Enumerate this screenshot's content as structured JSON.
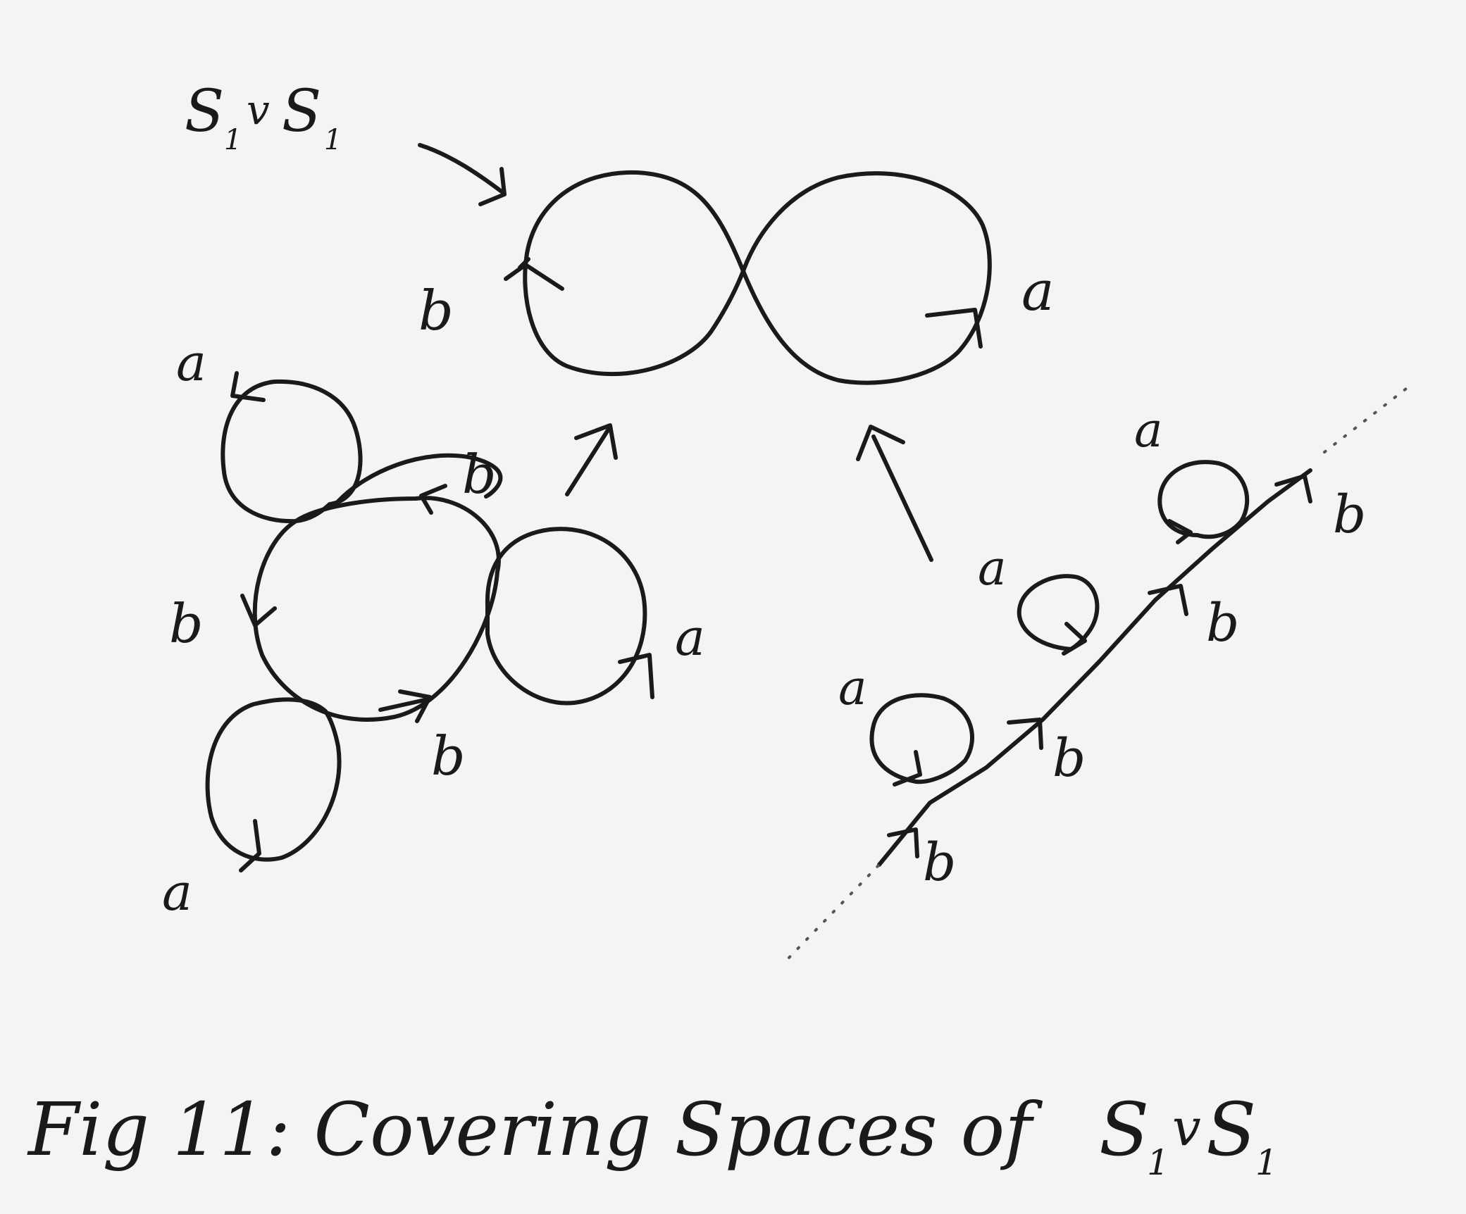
{
  "top_label": {
    "wedge_main": "S",
    "wedge_sub1": "1",
    "wedge_vee": "v",
    "wedge_main2": "S",
    "wedge_sub2": "1"
  },
  "base_space": {
    "left_loop_label": "b",
    "right_loop_label": "a"
  },
  "left_cover": {
    "labels": [
      "a",
      "b",
      "b",
      "a",
      "b",
      "a"
    ]
  },
  "right_cover": {
    "loop_labels": [
      "a",
      "a",
      "a"
    ],
    "edge_labels": [
      "b",
      "b",
      "b",
      "b"
    ]
  },
  "caption": {
    "prefix": "Fig 11: Covering Spaces of ",
    "main": "S",
    "sub1": "1",
    "vee": "v",
    "main2": "S",
    "sub2": "1"
  },
  "colors": {
    "ink": "#1a1a1a",
    "paper": "#f4f4f2"
  }
}
